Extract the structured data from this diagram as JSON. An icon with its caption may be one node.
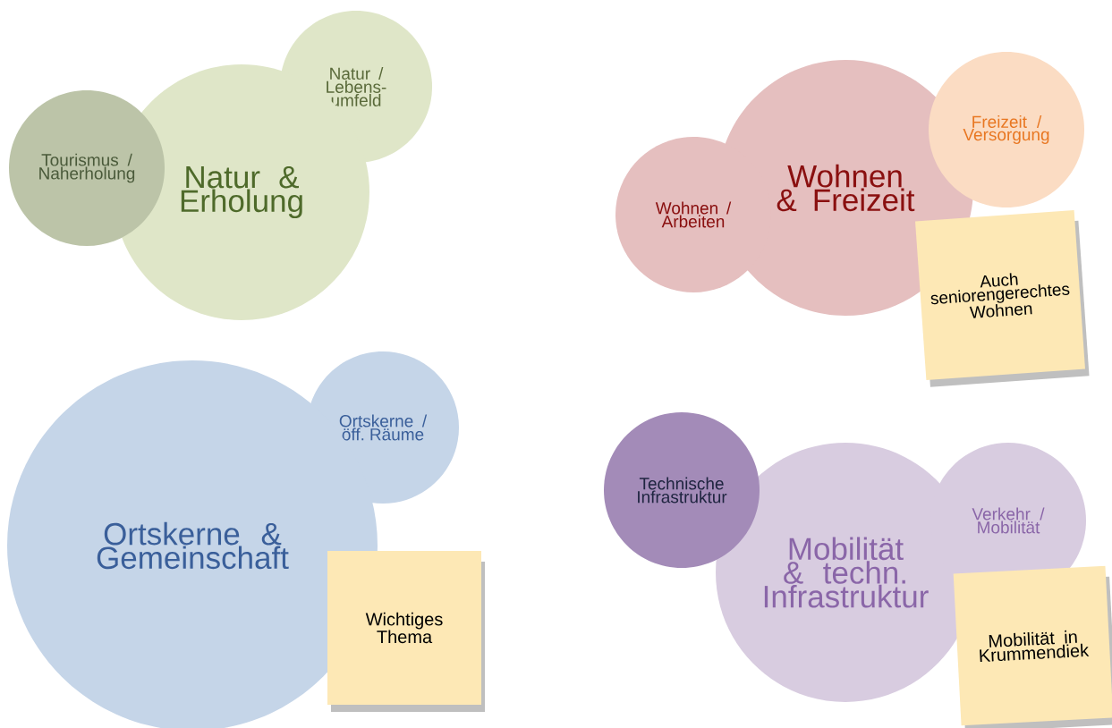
{
  "diagram": {
    "nodes": [
      {
        "text": [
          "Natur / Lebens- umfeld"
        ]
      },
      {
        "text": [
          "Tourismus / Naherholung"
        ]
      },
      {
        "text": [
          "Natur & Erholung"
        ]
      },
      {
        "text": [
          "Wohnen & Freizeit"
        ]
      },
      {
        "text": [
          "Freizeit / Versorgung"
        ]
      },
      {
        "text": [
          "Wohnen / Arbeiten"
        ]
      },
      {
        "text": [
          "Auch seniorengerechtes Wohnen"
        ]
      },
      {
        "text": [
          "Ortskerne / öff. Räume"
        ]
      },
      {
        "text": [
          "Ortskerne & Gemeinschaft"
        ]
      },
      {
        "text": [
          "Wichtiges Thema"
        ]
      },
      {
        "text": [
          "Technische Infrastruktur"
        ]
      },
      {
        "text": [
          "Mobilität & techn. Infrastruktur"
        ]
      },
      {
        "text": [
          "Verkehr / Mobilität"
        ]
      },
      {
        "text": [
          "Mobilität in Krummendiek"
        ]
      }
    ]
  }
}
